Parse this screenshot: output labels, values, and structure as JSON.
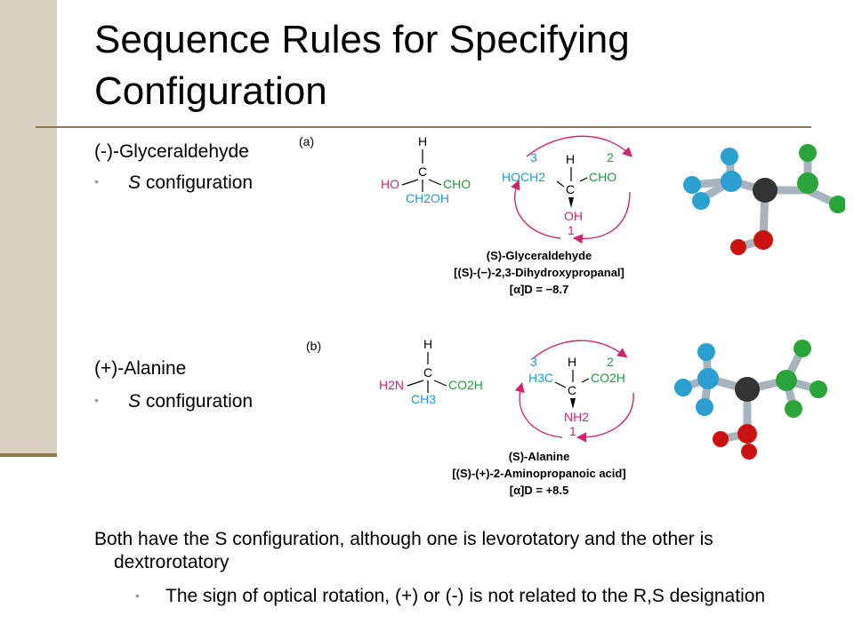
{
  "title": "Sequence Rules for Specifying Configuration",
  "section_a": {
    "compound": "(-)-Glyceraldehyde",
    "config_letter": "S",
    "config_word": " configuration",
    "panel_tag": "(a)",
    "fischer": {
      "top": "H",
      "center": "C",
      "left": "HO",
      "right": "CHO",
      "bottom": "CH2OH"
    },
    "priority": {
      "left": "HOCH2",
      "right": "CHO",
      "top": "H",
      "center": "C",
      "bottom": "OH",
      "n_left": "3",
      "n_right": "2",
      "n_bottom": "1"
    },
    "caption_name": "(S)-Glyceraldehyde",
    "caption_iupac": "[(S)-(−)-2,3-Dihydroxypropanal]",
    "caption_rotation": "[α]D = −8.7"
  },
  "section_b": {
    "compound": "(+)-Alanine",
    "config_letter": "S",
    "config_word": " configuration",
    "panel_tag": "(b)",
    "fischer": {
      "top": "H",
      "center": "C",
      "left": "H2N",
      "right": "CO2H",
      "bottom": "CH3"
    },
    "priority": {
      "left": "H3C",
      "right": "CO2H",
      "top": "H",
      "center": "C",
      "bottom": "NH2",
      "n_left": "3",
      "n_right": "2",
      "n_bottom": "1"
    },
    "caption_name": "(S)-Alanine",
    "caption_iupac": "[(S)-(+)-2-Aminopropanoic acid]",
    "caption_rotation": "[α]D = +8.5"
  },
  "body": {
    "statement": "Both have the S configuration, although one is levorotatory and the other is dextrorotatory",
    "sub_bullet": "The sign of optical rotation, (+) or (-) is not related to the R,S designation"
  },
  "colors": {
    "priority_1": "#d1246e",
    "priority_2": "#229a3c",
    "priority_3": "#1b9ad6",
    "accent_rule": "#8a7a4a",
    "sidebar": "#d9d0c1",
    "atom_carbon": "#333333",
    "atom_oxygen": "#cc1111",
    "atom_hydrogen_blue": "#2a9fd0",
    "atom_green": "#2aa53a"
  }
}
